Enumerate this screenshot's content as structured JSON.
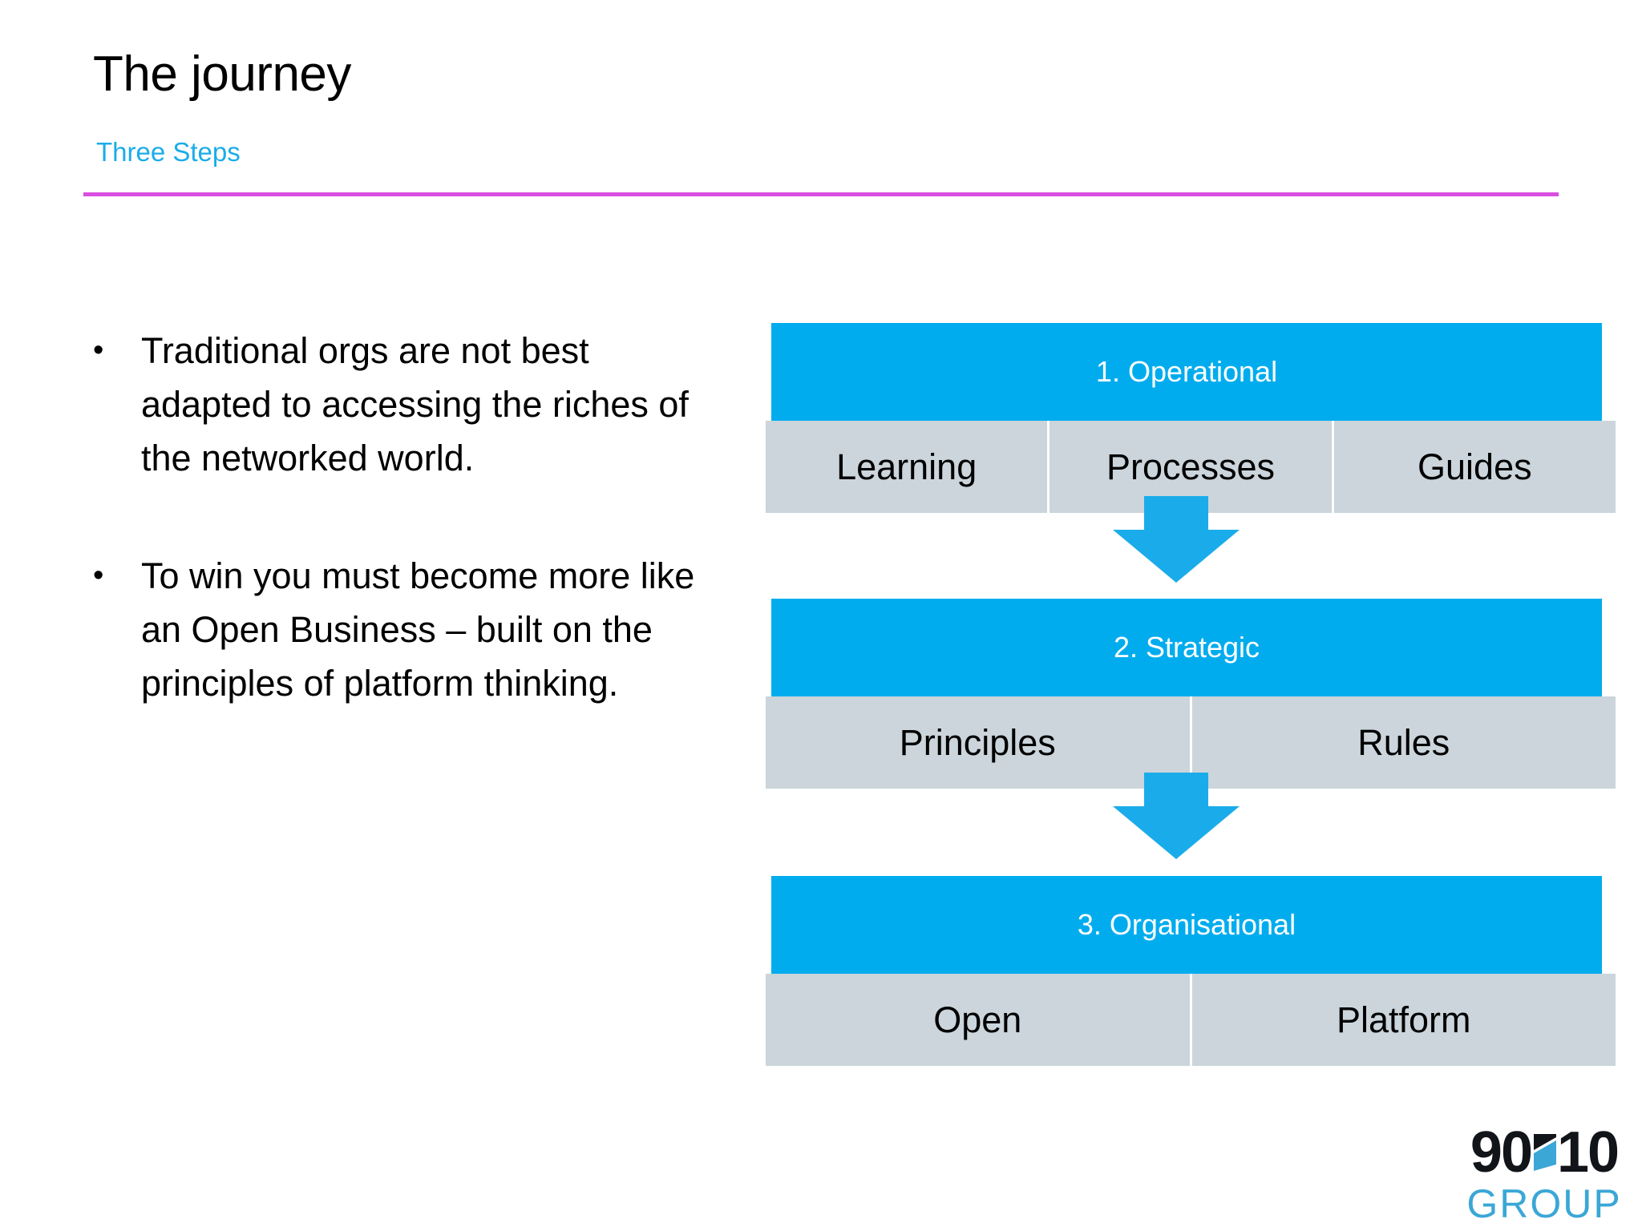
{
  "header": {
    "title": "The journey",
    "subtitle": "Three Steps",
    "rule_color": "#D94FE0",
    "subtitle_color": "#1BACE8"
  },
  "bullets": {
    "marker": "•",
    "items": [
      "Traditional orgs are not best adapted to accessing the riches of the networked world.",
      "To win you must become more like an Open Business – built on the principles of platform thinking."
    ]
  },
  "diagram": {
    "band_color": "#00ACEE",
    "item_color": "#CBD5DB",
    "arrow_color": "#1AACEA",
    "stages": [
      {
        "header": "1. Operational",
        "items": [
          "Learning",
          "Processes",
          "Guides"
        ]
      },
      {
        "header": "2. Strategic",
        "items": [
          "Principles",
          "Rules"
        ]
      },
      {
        "header": "3. Organisational",
        "items": [
          "Open",
          "Platform"
        ]
      }
    ],
    "arrows": [
      "down-arrow-1",
      "down-arrow-2"
    ]
  },
  "logo": {
    "left_number": "90",
    "right_number": "10",
    "wordmark": "GROUP",
    "mark_color": "#111418",
    "word_color": "#3BA7D6"
  }
}
